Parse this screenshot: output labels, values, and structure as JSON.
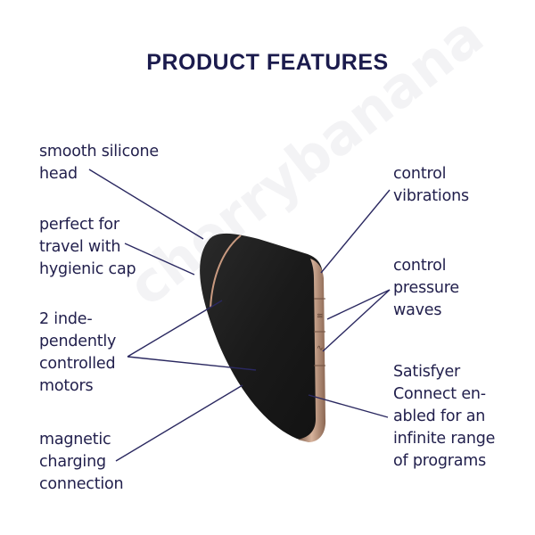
{
  "title": "PRODUCT FEATURES",
  "watermark": "cherrybanana",
  "colors": {
    "text": "#22204d",
    "title": "#1b1b4d",
    "leader_line": "#2a2860",
    "device_body": "#1c1c1c",
    "device_trim": "#b98e76"
  },
  "features": {
    "left": [
      {
        "id": "head",
        "text": "smooth silicone\nhead"
      },
      {
        "id": "cap",
        "text": "perfect for\ntravel with\nhygienic cap"
      },
      {
        "id": "motors",
        "text": "2 inde-\npendently\ncontrolled\nmotors"
      },
      {
        "id": "charging",
        "text": "magnetic\ncharging\nconnection"
      }
    ],
    "right": [
      {
        "id": "vibrations",
        "text": "control\nvibrations"
      },
      {
        "id": "pressure",
        "text": "control\npressure\nwaves"
      },
      {
        "id": "connect",
        "text": "Satisfyer\nConnect en-\nabled for an\ninfinite range\nof programs"
      }
    ]
  }
}
